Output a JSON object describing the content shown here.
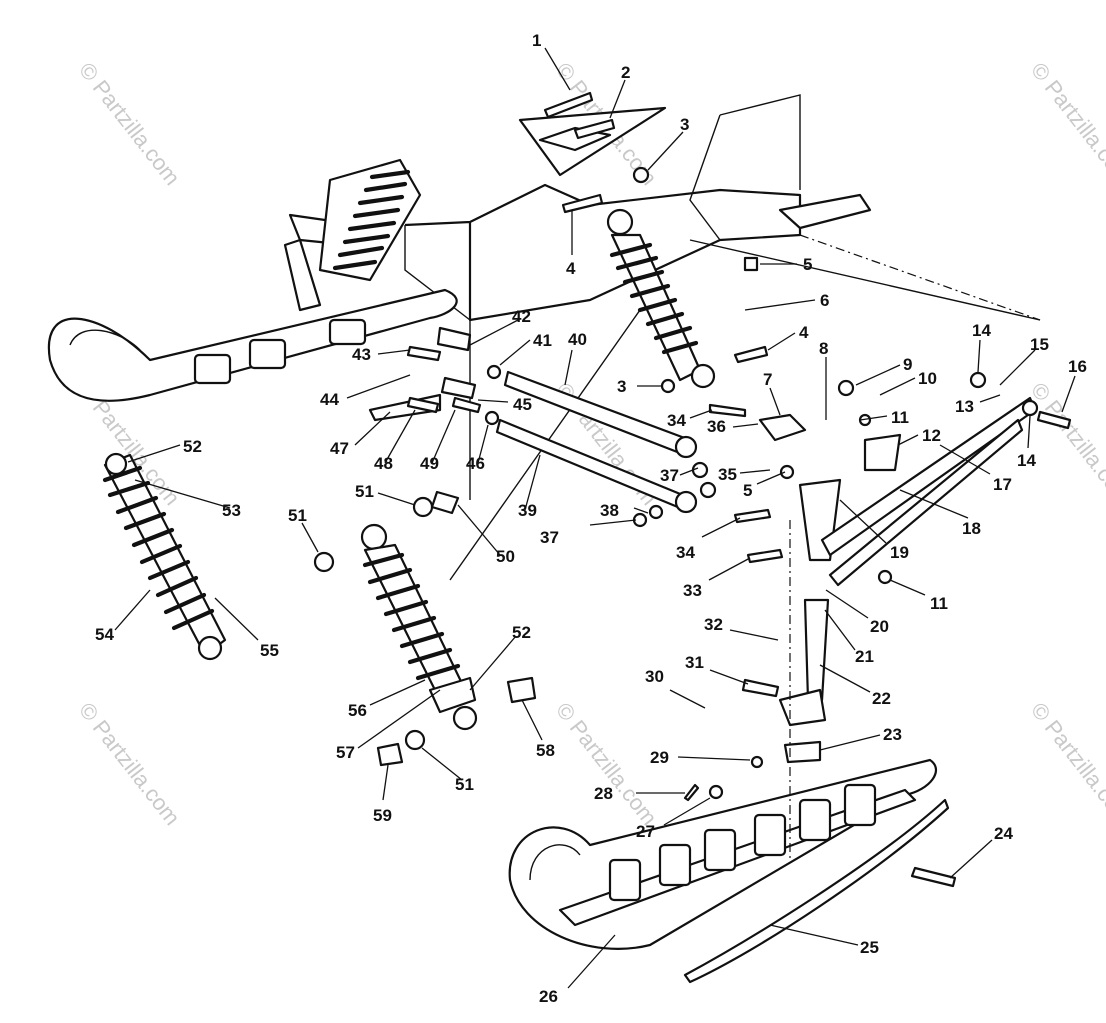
{
  "watermark": {
    "text": "© Partzilla.com"
  },
  "callouts": [
    {
      "id": "c1",
      "label": "1"
    },
    {
      "id": "c2",
      "label": "2"
    },
    {
      "id": "c3a",
      "label": "3"
    },
    {
      "id": "c4a",
      "label": "4"
    },
    {
      "id": "c5a",
      "label": "5"
    },
    {
      "id": "c6",
      "label": "6"
    },
    {
      "id": "c4b",
      "label": "4"
    },
    {
      "id": "c8",
      "label": "8"
    },
    {
      "id": "c9",
      "label": "9"
    },
    {
      "id": "c10",
      "label": "10"
    },
    {
      "id": "c14a",
      "label": "14"
    },
    {
      "id": "c15",
      "label": "15"
    },
    {
      "id": "c16",
      "label": "16"
    },
    {
      "id": "c13",
      "label": "13"
    },
    {
      "id": "c3b",
      "label": "3"
    },
    {
      "id": "c7",
      "label": "7"
    },
    {
      "id": "c11a",
      "label": "11"
    },
    {
      "id": "c12",
      "label": "12"
    },
    {
      "id": "c34a",
      "label": "34"
    },
    {
      "id": "c36",
      "label": "36"
    },
    {
      "id": "c14b",
      "label": "14"
    },
    {
      "id": "c17",
      "label": "17"
    },
    {
      "id": "c35",
      "label": "35"
    },
    {
      "id": "c5b",
      "label": "5"
    },
    {
      "id": "c37a",
      "label": "37"
    },
    {
      "id": "c18",
      "label": "18"
    },
    {
      "id": "c38",
      "label": "38"
    },
    {
      "id": "c19",
      "label": "19"
    },
    {
      "id": "c34b",
      "label": "34"
    },
    {
      "id": "c37b",
      "label": "37"
    },
    {
      "id": "c33",
      "label": "33"
    },
    {
      "id": "c11b",
      "label": "11"
    },
    {
      "id": "c20",
      "label": "20"
    },
    {
      "id": "c32",
      "label": "32"
    },
    {
      "id": "c21",
      "label": "21"
    },
    {
      "id": "c31",
      "label": "31"
    },
    {
      "id": "c22",
      "label": "22"
    },
    {
      "id": "c30",
      "label": "30"
    },
    {
      "id": "c23",
      "label": "23"
    },
    {
      "id": "c29",
      "label": "29"
    },
    {
      "id": "c28",
      "label": "28"
    },
    {
      "id": "c27",
      "label": "27"
    },
    {
      "id": "c24",
      "label": "24"
    },
    {
      "id": "c25",
      "label": "25"
    },
    {
      "id": "c26",
      "label": "26"
    },
    {
      "id": "c42",
      "label": "42"
    },
    {
      "id": "c41",
      "label": "41"
    },
    {
      "id": "c40",
      "label": "40"
    },
    {
      "id": "c43",
      "label": "43"
    },
    {
      "id": "c44",
      "label": "44"
    },
    {
      "id": "c45",
      "label": "45"
    },
    {
      "id": "c47",
      "label": "47"
    },
    {
      "id": "c48",
      "label": "48"
    },
    {
      "id": "c49",
      "label": "49"
    },
    {
      "id": "c46",
      "label": "46"
    },
    {
      "id": "c39",
      "label": "39"
    },
    {
      "id": "c52a",
      "label": "52"
    },
    {
      "id": "c53",
      "label": "53"
    },
    {
      "id": "c51a",
      "label": "51"
    },
    {
      "id": "c51b",
      "label": "51"
    },
    {
      "id": "c50",
      "label": "50"
    },
    {
      "id": "c54",
      "label": "54"
    },
    {
      "id": "c55",
      "label": "55"
    },
    {
      "id": "c52b",
      "label": "52"
    },
    {
      "id": "c56",
      "label": "56"
    },
    {
      "id": "c57",
      "label": "57"
    },
    {
      "id": "c58",
      "label": "58"
    },
    {
      "id": "c51c",
      "label": "51"
    },
    {
      "id": "c59",
      "label": "59"
    }
  ]
}
